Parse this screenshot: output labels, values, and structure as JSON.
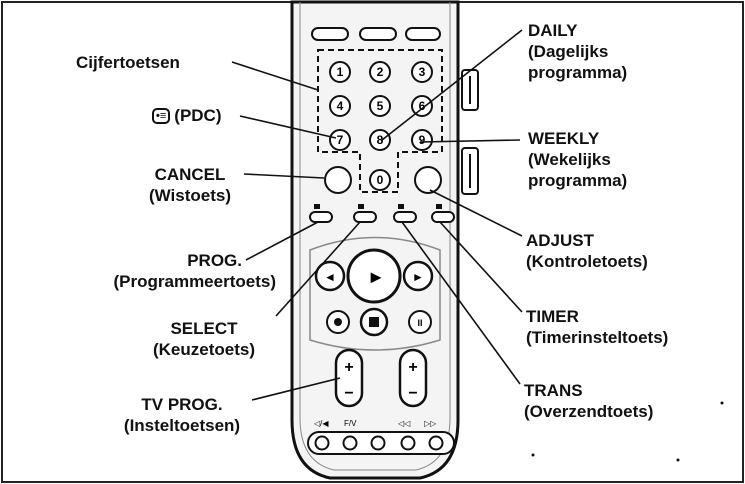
{
  "labels": {
    "cijfertoetsen": "Cijfertoetsen",
    "pdc_icon": "•≡",
    "pdc": "(PDC)",
    "cancel": "CANCEL",
    "cancel_sub": "(Wistoets)",
    "prog": "PROG.",
    "prog_sub": "(Programmeertoets)",
    "select": "SELECT",
    "select_sub": "(Keuzetoets)",
    "tvprog": "TV PROG.",
    "tvprog_sub": "(Insteltoetsen)",
    "daily": "DAILY",
    "daily_sub1": "(Dagelijks",
    "daily_sub2": "programma)",
    "weekly": "WEEKLY",
    "weekly_sub1": "(Wekelijks",
    "weekly_sub2": "programma)",
    "adjust": "ADJUST",
    "adjust_sub": "(Kontroletoets)",
    "timer": "TIMER",
    "timer_sub": "(Timerinsteltoets)",
    "trans": "TRANS",
    "trans_sub": "(Overzendtoets)"
  },
  "remote": {
    "digits": [
      "1",
      "2",
      "3",
      "4",
      "5",
      "6",
      "7",
      "8",
      "9",
      "0"
    ],
    "rec_label": "REC",
    "dpad_left": "◄",
    "dpad_right": "►",
    "dpad_center": "►",
    "stop": "■",
    "bottom_labels": [
      "◁/◀",
      "F/V",
      "◁◁",
      "▷▷"
    ]
  }
}
